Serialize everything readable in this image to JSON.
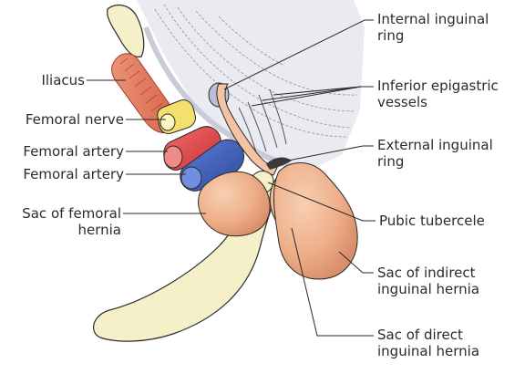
{
  "labels": {
    "internal_inguinal_ring": [
      "Internal inguinal",
      "ring"
    ],
    "iliacus": "Iliacus",
    "inferior_epigastric_vessels": [
      "Inferior epigastric",
      "vessels"
    ],
    "femoral_nerve": "Femoral nerve",
    "femoral_artery_1": "Femoral artery",
    "external_inguinal_ring": [
      "External inguinal",
      "ring"
    ],
    "femoral_artery_2": "Femoral artery",
    "sac_femoral_hernia": [
      "Sac of femoral",
      "hernia"
    ],
    "pubic_tubercele": "Pubic tubercele",
    "sac_indirect": [
      "Sac of indirect",
      "inguinal hernia"
    ],
    "sac_direct": [
      "Sac of direct",
      "inguinal hernia"
    ]
  },
  "colors": {
    "bone": "#f5f0c8",
    "bone_stroke": "#2a2a2a",
    "iliacus_muscle": "#e07a5f",
    "femoral_nerve": "#f4e06d",
    "femoral_artery": "#e04a4a",
    "femoral_vein_like": "#3f5fb5",
    "hernia_sac": "#f0b48f",
    "abdominal_wall": "#e6e8f0",
    "leader_line": "#2a2a2a"
  }
}
